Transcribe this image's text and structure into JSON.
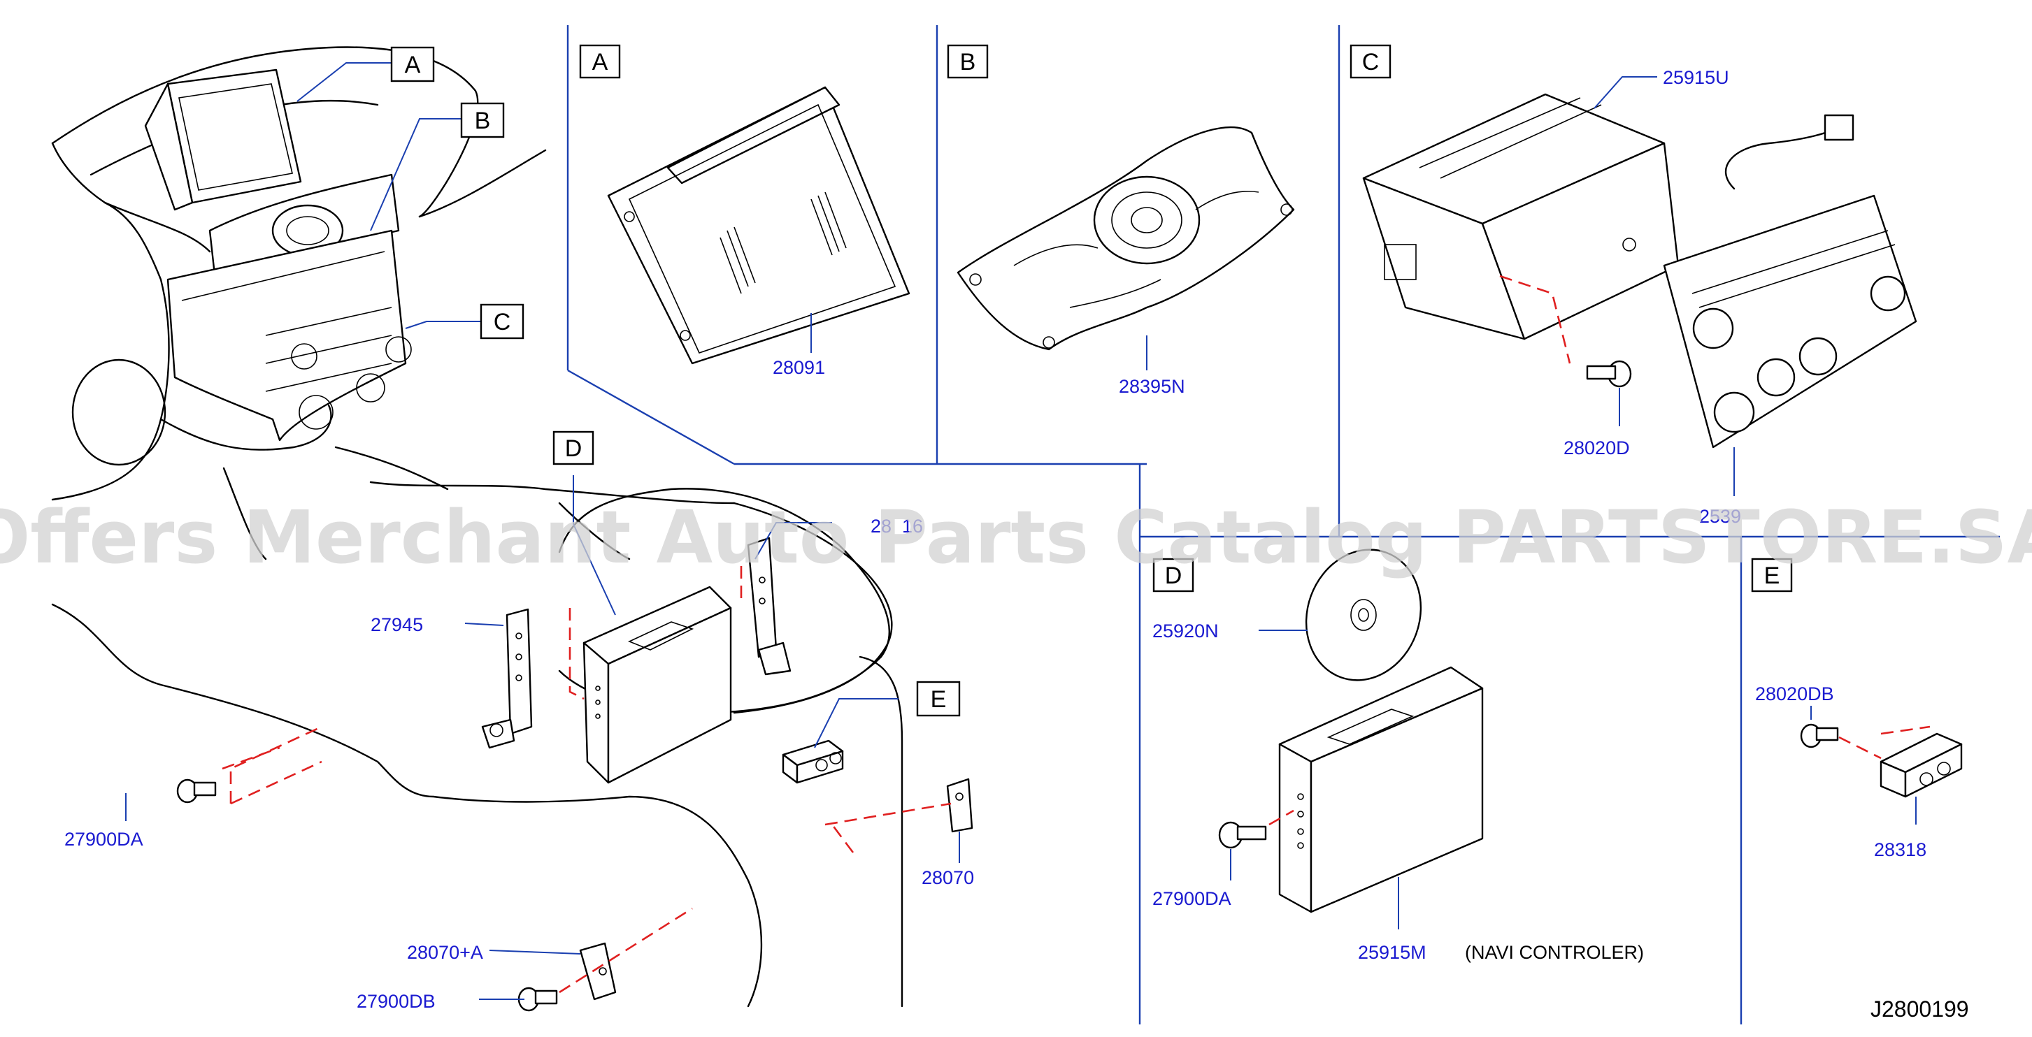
{
  "diagram": {
    "reference_code": "J2800199",
    "watermark": "Offers Merchant Auto Parts Catalog PARTSTORE.SA",
    "section_boxes": {
      "overview_a": "A",
      "overview_b": "B",
      "overview_c": "C",
      "overview_d": "D",
      "overview_e": "E",
      "panel_a": "A",
      "panel_b": "B",
      "panel_c": "C",
      "panel_d": "D",
      "panel_e": "E"
    },
    "parts": {
      "display": "28091",
      "finisher": "28395N",
      "audio_unit": "25915U",
      "screw_c": "28020D",
      "control_panel": "2539",
      "bracket_top": "28",
      "bracket_top_suffix": "16",
      "bracket_left": "27945",
      "bolt_left": "27900DA",
      "bracket_right": "28070",
      "bracket_lower": "28070+A",
      "bolt_lower": "27900DB",
      "disc": "25920N",
      "bolt_d": "27900DA",
      "navi_unit": "25915M",
      "screw_e": "28020DB",
      "amp": "28318"
    },
    "notes": {
      "navi_note": "(NAVI   CONTROLER)"
    }
  }
}
